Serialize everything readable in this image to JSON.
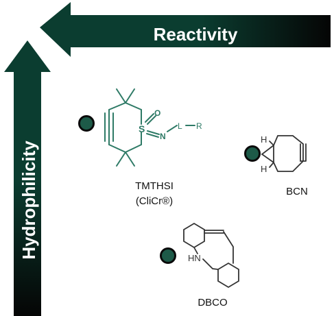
{
  "axes": {
    "x_label": "Reactivity",
    "y_label": "Hydrophilicity"
  },
  "colors": {
    "arrow_dark": "#0b3d30",
    "arrow_black": "#050505",
    "marker_fill": "#1d5a48",
    "structure_teal": "#2e7a66",
    "structure_black": "#333333"
  },
  "compounds": [
    {
      "name": "TMTHSI",
      "subname": "(CliCr®)",
      "atoms": {
        "sulfur": "S",
        "oxygen": "O",
        "nitrogen": "N",
        "linker": "L",
        "group": "R"
      }
    },
    {
      "name": "BCN",
      "atoms": {
        "h_top": "H",
        "h_bottom": "H"
      }
    },
    {
      "name": "DBCO",
      "atoms": {
        "nh": "HN"
      }
    }
  ]
}
